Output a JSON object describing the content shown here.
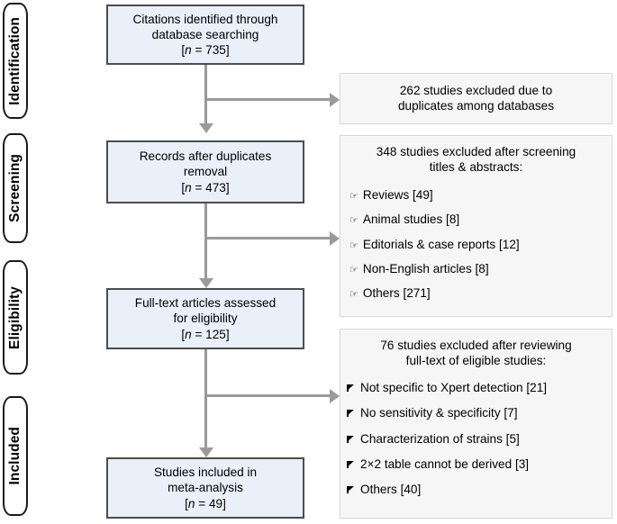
{
  "diagram": {
    "type": "prisma-flow-diagram",
    "colors": {
      "process_box_fill": "#e9f0fa",
      "process_box_border": "#4d4d4d",
      "exclusion_box_fill": "#f6f6f6",
      "exclusion_box_border": "#d4d4d4",
      "connector": "#9a9a9a",
      "stage_pill_border": "#1a1a1a",
      "background": "#ffffff"
    },
    "stages": [
      {
        "id": "identification",
        "label": "Identification"
      },
      {
        "id": "screening",
        "label": "Screening"
      },
      {
        "id": "eligibility",
        "label": "Eligibility"
      },
      {
        "id": "included",
        "label": "Included"
      }
    ],
    "flow_boxes": [
      {
        "id": "citations-identified",
        "line1": "Citations identified through",
        "line2": "database searching",
        "count_prefix": "[",
        "count_italic": "n",
        "count_value": " = 735]"
      },
      {
        "id": "records-after-duplicates",
        "line1": "Records after duplicates",
        "line2": "removal",
        "count_prefix": "[",
        "count_italic": "n",
        "count_value": " = 473]"
      },
      {
        "id": "full-text-assessed",
        "line1": "Full-text articles assessed",
        "line2": "for eligibility",
        "count_prefix": "[",
        "count_italic": "n",
        "count_value": " = 125]"
      },
      {
        "id": "studies-included",
        "line1": "Studies included in",
        "line2": "meta-analysis",
        "count_prefix": "[",
        "count_italic": "n",
        "count_value": " = 49]"
      }
    ],
    "exclusion_boxes": [
      {
        "id": "duplicates-excluded",
        "head_line1": "262 studies excluded due to",
        "head_line2": "duplicates among databases",
        "bullet_glyph": "",
        "items": []
      },
      {
        "id": "screening-excluded",
        "head_line1": "348 studies excluded after screening",
        "head_line2": "titles & abstracts:",
        "bullet_glyph": "☞",
        "items": [
          "Reviews [49]",
          "Animal studies [8]",
          "Editorials & case reports [12]",
          "Non-English articles [8]",
          "Others [271]"
        ]
      },
      {
        "id": "fulltext-excluded",
        "head_line1": "76 studies excluded after reviewing",
        "head_line2": "full-text of eligible studies:",
        "bullet_glyph": "flag",
        "items": [
          "Not specific to Xpert detection [21]",
          "No sensitivity & specificity [7]",
          "Characterization of strains  [5]",
          "2×2 table cannot be derived [3]",
          "Others [40]"
        ]
      }
    ]
  }
}
